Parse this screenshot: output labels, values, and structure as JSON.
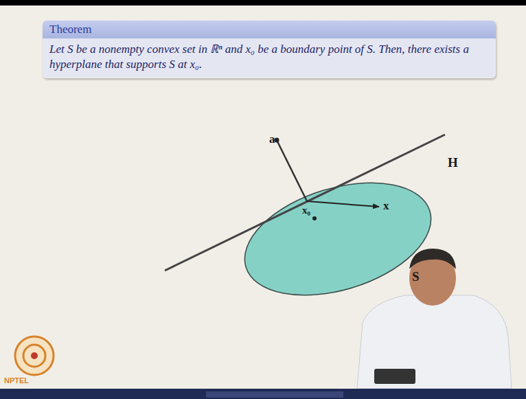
{
  "diagram": {
    "nodes": [
      {
        "text": [
          "Theorem",
          "Let S be a nonempty convex set in ℝⁿ and x₀ be a boundary point of S. Then, there exists a hyperplane that supports S at x₀."
        ]
      }
    ],
    "labels": [
      "a",
      "H",
      "x",
      "x₀",
      "S",
      "NPTEL"
    ]
  }
}
